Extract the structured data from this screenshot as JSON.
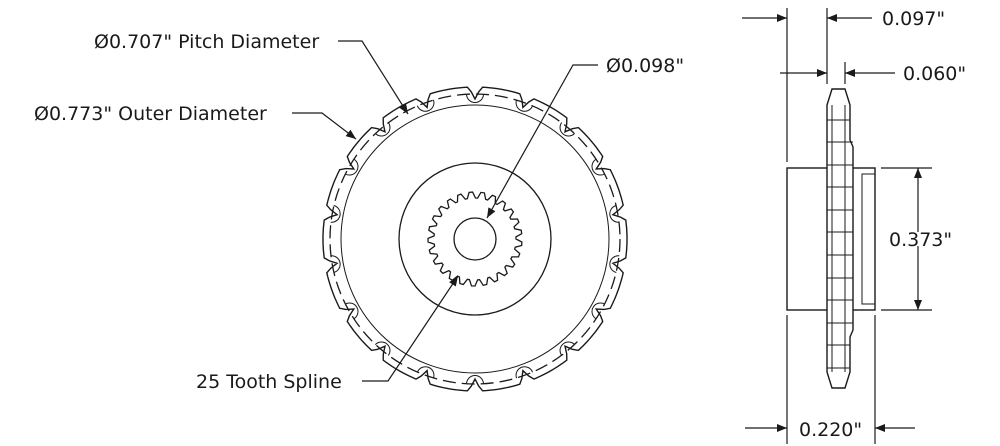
{
  "labels": {
    "pitch_diameter": "Ø0.707\" Pitch Diameter",
    "outer_diameter": "Ø0.773\" Outer Diameter",
    "bore_diameter": "Ø0.098\"",
    "spline": "25 Tooth Spline",
    "side_top_1": "0.097\"",
    "side_top_2": "0.060\"",
    "side_right": "0.373\"",
    "side_bottom": "0.220\""
  },
  "gear": {
    "teeth": 18,
    "spline_teeth": 25
  },
  "colors": {
    "line": "#1a1a1a",
    "background": "#ffffff"
  }
}
